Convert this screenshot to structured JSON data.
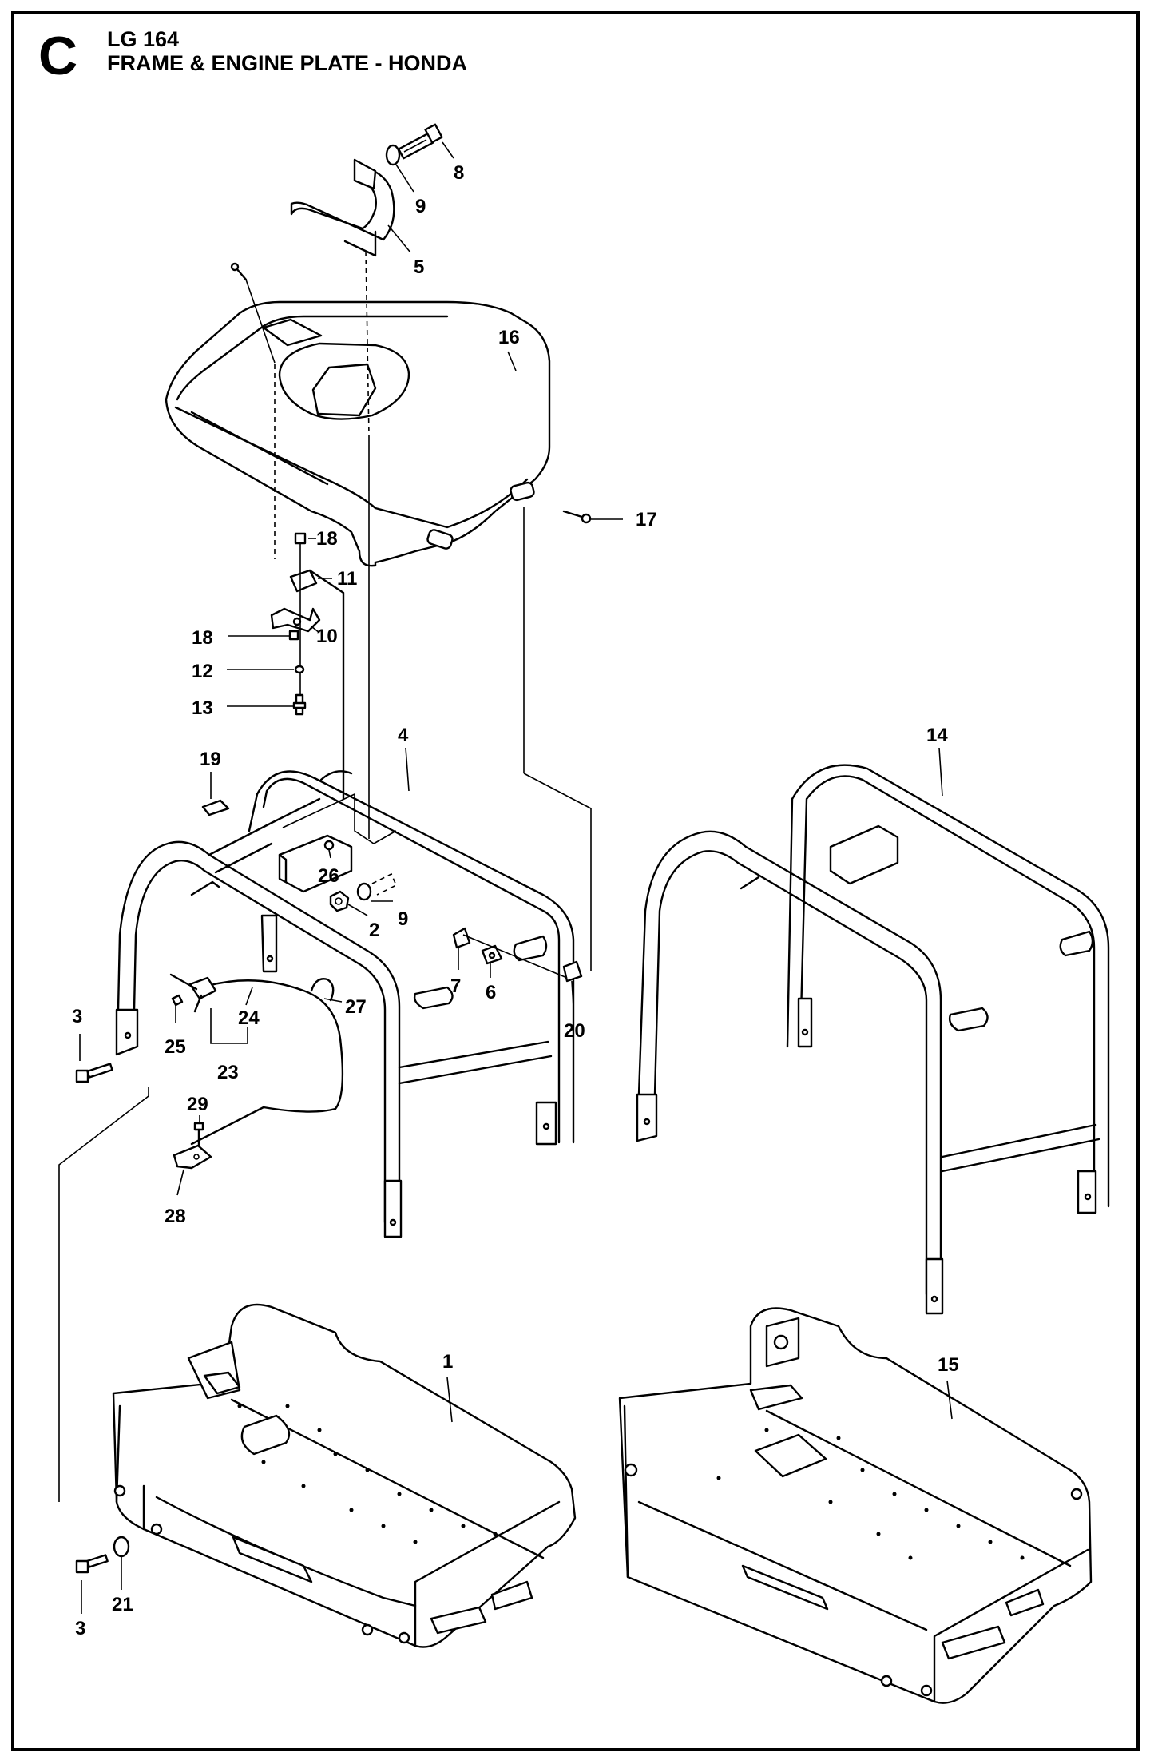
{
  "header": {
    "section_letter": "C",
    "model": "LG 164",
    "title": "FRAME & ENGINE PLATE - HONDA"
  },
  "callouts": {
    "c1": "1",
    "c2": "2",
    "c3a": "3",
    "c3b": "3",
    "c4": "4",
    "c5": "5",
    "c6": "6",
    "c7": "7",
    "c8": "8",
    "c9a": "9",
    "c9b": "9",
    "c10": "10",
    "c11": "11",
    "c12": "12",
    "c13": "13",
    "c14": "14",
    "c15": "15",
    "c16": "16",
    "c17": "17",
    "c18a": "18",
    "c18b": "18",
    "c19": "19",
    "c20": "20",
    "c21": "21",
    "c23": "23",
    "c24": "24",
    "c25": "25",
    "c26": "26",
    "c27": "27",
    "c28": "28",
    "c29": "29"
  }
}
